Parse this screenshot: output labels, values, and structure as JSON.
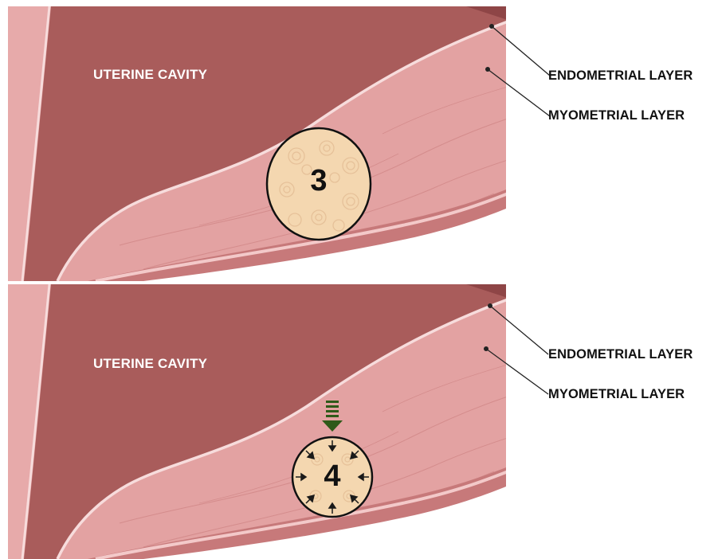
{
  "panels": [
    {
      "cavity_label": "UTERINE CAVITY",
      "endometrial_label": "ENDOMETRIAL LAYER",
      "myometrial_label": "MYOMETRIAL LAYER",
      "stage_number": "3"
    },
    {
      "cavity_label": "UTERINE CAVITY",
      "endometrial_label": "ENDOMETRIAL LAYER",
      "myometrial_label": "MYOMETRIAL LAYER",
      "stage_number": "4"
    }
  ],
  "colors": {
    "cavity": "#a95c5b",
    "myometrium": "#e3a2a2",
    "endometrium_line": "#f7dcdc",
    "tissue_edge": "#c7797a",
    "embryo_fill": "#f4d7b0",
    "arrow_green": "#2f5a19"
  }
}
